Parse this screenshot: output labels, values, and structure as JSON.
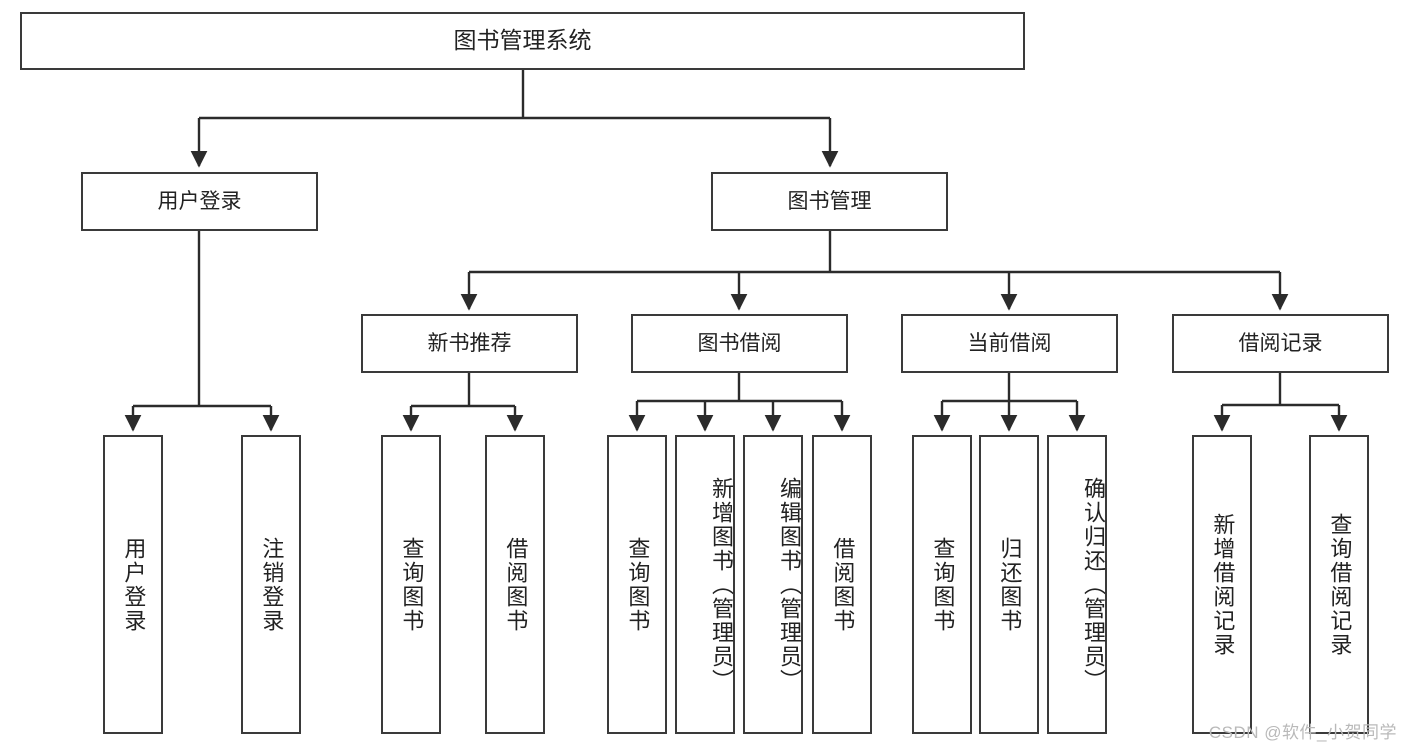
{
  "diagram": {
    "title": "图书管理系统",
    "type": "tree-hierarchy-diagram",
    "watermark": "CSDN @软件_小贺同学",
    "colors": {
      "box_border": "#3a3a3a",
      "box_fill": "#ffffff",
      "edge": "#2b2b2b",
      "text": "#222222",
      "watermark": "#b9b9b9",
      "background": "#ffffff"
    },
    "root": {
      "label": "图书管理系统"
    },
    "tier2": [
      {
        "label": "用户登录"
      },
      {
        "label": "图书管理"
      }
    ],
    "tier3": [
      {
        "label": "新书推荐"
      },
      {
        "label": "图书借阅"
      },
      {
        "label": "当前借阅"
      },
      {
        "label": "借阅记录"
      }
    ],
    "leaves": {
      "user_login": [
        {
          "label": "用户登录"
        },
        {
          "label": "注销登录"
        }
      ],
      "new_book_recommend": [
        {
          "label": "查询图书"
        },
        {
          "label": "借阅图书"
        }
      ],
      "book_borrow": [
        {
          "label": "查询图书"
        },
        {
          "label": "新增图书（管理员）"
        },
        {
          "label": "编辑图书（管理员）"
        },
        {
          "label": "借阅图书"
        }
      ],
      "current_borrow": [
        {
          "label": "查询图书"
        },
        {
          "label": "归还图书"
        },
        {
          "label": "确认归还（管理员）"
        }
      ],
      "borrow_record": [
        {
          "label": "新增借阅记录"
        },
        {
          "label": "查询借阅记录"
        }
      ]
    }
  }
}
